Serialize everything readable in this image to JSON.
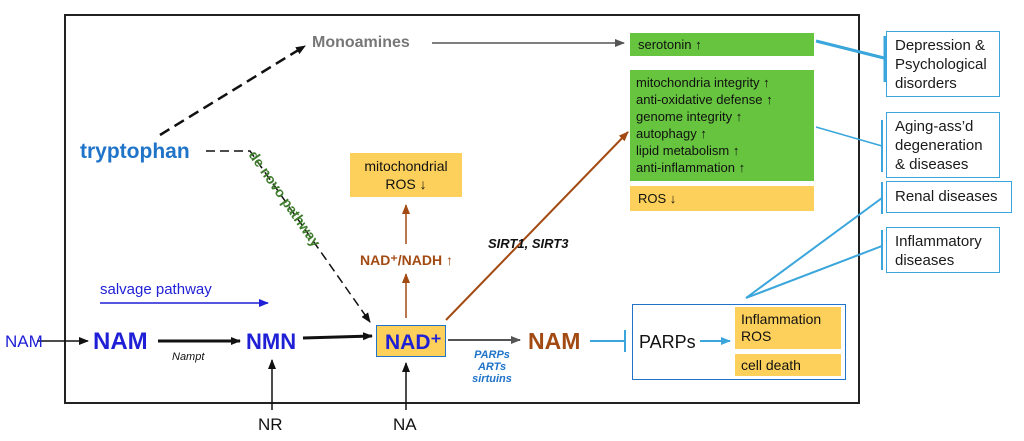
{
  "nodes": {
    "monoamines": "Monoamines",
    "tryptophan": "tryptophan",
    "de_novo": "de novo pathway",
    "salvage": "salvage pathway",
    "nam_input": "NAM",
    "nam": "NAM",
    "nampt": "Nampt",
    "nmn": "NMN",
    "nad": "NAD⁺",
    "nad_nadh": "NAD⁺/NADH ↑",
    "sirt": "SIRT1, SIRT3",
    "parps_arts": [
      "PARPs",
      "ARTs",
      "sirtuins"
    ],
    "nam_product": "NAM",
    "parps": "PARPs",
    "nr": "NR",
    "na": "NA"
  },
  "boxes": {
    "mito_ros": [
      "mitochondrial",
      "ROS ↓"
    ],
    "serotonin": "serotonin ↑",
    "effects": [
      "mitochondria integrity ↑",
      "anti-oxidative defense ↑",
      "genome integrity ↑",
      "autophagy ↑",
      "lipid metabolism ↑",
      "anti-inflammation ↑"
    ],
    "ros_down": "ROS ↓",
    "inflammation": [
      "Inflammation",
      "ROS"
    ],
    "cell_death": "cell death"
  },
  "diseases": {
    "depression": [
      "Depression &",
      "Psychological",
      "disorders"
    ],
    "aging": [
      "Aging-ass’d",
      "degeneration",
      "& diseases"
    ],
    "renal": "Renal diseases",
    "inflammatory": [
      "Inflammatory",
      "diseases"
    ]
  },
  "colors": {
    "blue_dark": "#1f1fd6",
    "blue_light": "#1f73c8",
    "brown": "#a24a12",
    "green_text": "#3c7a2a",
    "cyan": "#3aa6dc",
    "green_box": "#66c43f",
    "yellow_box": "#fcd05a"
  }
}
